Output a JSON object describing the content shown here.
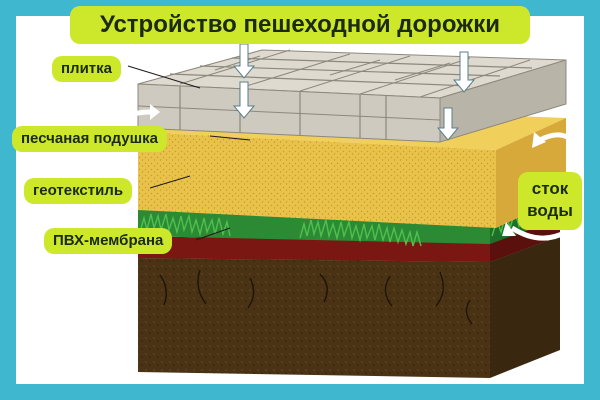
{
  "title": "Устройство пешеходной дорожки",
  "labels": {
    "tile": "плитка",
    "sand": "песчаная подушка",
    "geotextile": "геотекстиль",
    "membrane": "ПВХ-мембрана",
    "drain_line1": "сток",
    "drain_line2": "воды"
  },
  "colors": {
    "frame": "#3fb8cf",
    "label_bg": "#cde82a",
    "tile": "#d6d2c8",
    "sand": "#e9c24a",
    "grass": "#2f9a3a",
    "membrane": "#7a1712",
    "soil": "#4a3214",
    "arrow": "#ffffff"
  },
  "icons": [
    "down-arrow-icon",
    "water-flow-arrow-icon"
  ]
}
